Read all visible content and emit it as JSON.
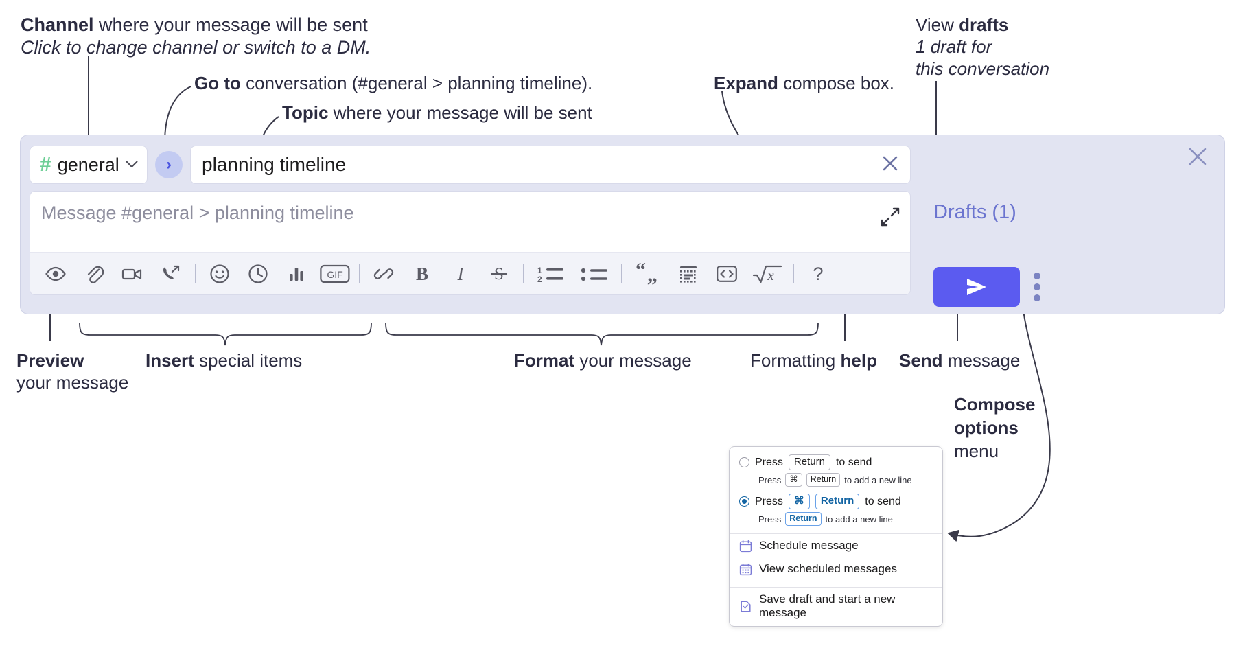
{
  "annotations": {
    "channel": {
      "bold": "Channel",
      "rest": " where your message will be sent",
      "italic": "Click to change channel or switch to a DM."
    },
    "goto": {
      "bold": "Go to",
      "rest": " conversation (#general > planning timeline)."
    },
    "topic": {
      "bold": "Topic",
      "rest": " where your message will be sent"
    },
    "expand": {
      "bold": "Expand",
      "rest": " compose box."
    },
    "drafts": {
      "plain": "View ",
      "bold": "drafts",
      "italic1": "1 draft for",
      "italic2": "this conversation"
    },
    "preview": {
      "bold": "Preview",
      "line2": "your message"
    },
    "insert": {
      "bold": "Insert",
      "rest": " special items"
    },
    "format": {
      "bold": "Format",
      "rest": " your message"
    },
    "help": {
      "plain": "Formatting ",
      "bold": "help"
    },
    "send": {
      "bold": "Send",
      "rest": " message"
    },
    "compose": {
      "bold1": "Compose",
      "bold2": "options",
      "plain": "menu"
    }
  },
  "composer": {
    "channel_button": {
      "hash": "#",
      "label": "general",
      "chevron": "chevron-down"
    },
    "goto_button": {
      "glyph": "›"
    },
    "topic": {
      "value": "planning timeline",
      "clear": "close-icon"
    },
    "message": {
      "placeholder": "Message #general > planning timeline",
      "expand": "expand-icon"
    },
    "toolbar": [
      {
        "name": "preview-icon",
        "label": "Preview"
      },
      {
        "name": "attachment-icon",
        "label": "Attach file"
      },
      {
        "name": "video-icon",
        "label": "Record video clip"
      },
      {
        "name": "huddle-icon",
        "label": "Start huddle"
      },
      {
        "name": "separator-1",
        "label": ""
      },
      {
        "name": "emoji-icon",
        "label": "Emoji"
      },
      {
        "name": "clock-icon",
        "label": "Reminder"
      },
      {
        "name": "poll-icon",
        "label": "Poll"
      },
      {
        "name": "gif-icon",
        "label": "GIF"
      },
      {
        "name": "separator-2",
        "label": ""
      },
      {
        "name": "link-icon",
        "label": "Link"
      },
      {
        "name": "bold-icon",
        "label": "B"
      },
      {
        "name": "italic-icon",
        "label": "I"
      },
      {
        "name": "strikethrough-icon",
        "label": "S"
      },
      {
        "name": "separator-3",
        "label": ""
      },
      {
        "name": "ordered-list-icon",
        "label": "Ordered list"
      },
      {
        "name": "bulleted-list-icon",
        "label": "Bulleted list"
      },
      {
        "name": "separator-4",
        "label": ""
      },
      {
        "name": "blockquote-icon",
        "label": "Blockquote"
      },
      {
        "name": "code-block-icon",
        "label": "Code block"
      },
      {
        "name": "code-icon",
        "label": "Code"
      },
      {
        "name": "math-icon",
        "label": "Math"
      },
      {
        "name": "separator-5",
        "label": ""
      },
      {
        "name": "help-icon",
        "label": "?"
      }
    ],
    "drafts_link": "Drafts (1)",
    "send_button": "send-icon",
    "compose_options": "kebab-icon",
    "pane_close": "close-icon"
  },
  "menu": {
    "option_1": {
      "selected": false,
      "pre": "Press",
      "key": "Return",
      "post": "to send",
      "sub_pre": "Press",
      "sub_key1": "⌘",
      "sub_key2": "Return",
      "sub_post": "to add a new line"
    },
    "option_2": {
      "selected": true,
      "pre": "Press",
      "key1": "⌘",
      "key2": "Return",
      "post": "to send",
      "sub_pre": "Press",
      "sub_key": "Return",
      "sub_post": "to add a new line"
    },
    "items": [
      {
        "icon": "calendar-schedule-icon",
        "label": "Schedule message"
      },
      {
        "icon": "calendar-list-icon",
        "label": "View scheduled messages"
      },
      {
        "icon": "save-draft-icon",
        "label": "Save draft and start a new message"
      }
    ]
  },
  "colors": {
    "accent": "#5b5bf0",
    "panel": "#e2e4f2",
    "hash_green": "#6fcf97",
    "drafts_link": "#6b74cf",
    "key_blue": "#1264a3"
  }
}
